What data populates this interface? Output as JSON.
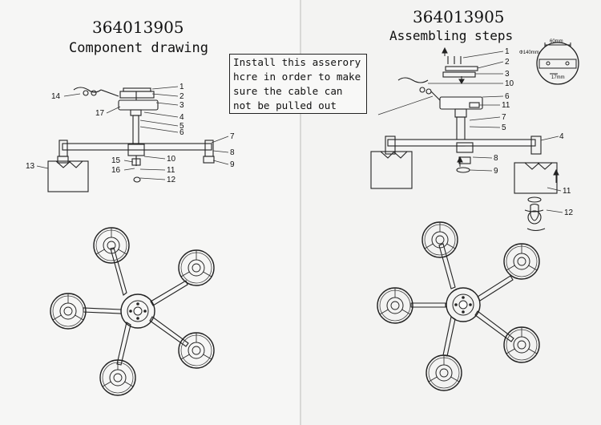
{
  "left_page": {
    "code": "364013905",
    "subtitle": "Component drawing",
    "callouts": [
      "1",
      "2",
      "3",
      "4",
      "5",
      "6",
      "7",
      "8",
      "9",
      "10",
      "11",
      "12",
      "13",
      "14",
      "15",
      "16",
      "17"
    ]
  },
  "right_page": {
    "code": "364013905",
    "subtitle": "Assembling steps",
    "callouts": [
      "1",
      "2",
      "3",
      "4",
      "5",
      "6",
      "7",
      "8",
      "9",
      "10",
      "11",
      "12"
    ],
    "detail": {
      "width_label": "60mm",
      "diameter_label": "Φ140mm",
      "depth_label": "17mm"
    }
  },
  "note": {
    "lines": [
      "Install this asserory",
      "hcre in order to make",
      "sure the cable can",
      "not be pulled out"
    ]
  }
}
